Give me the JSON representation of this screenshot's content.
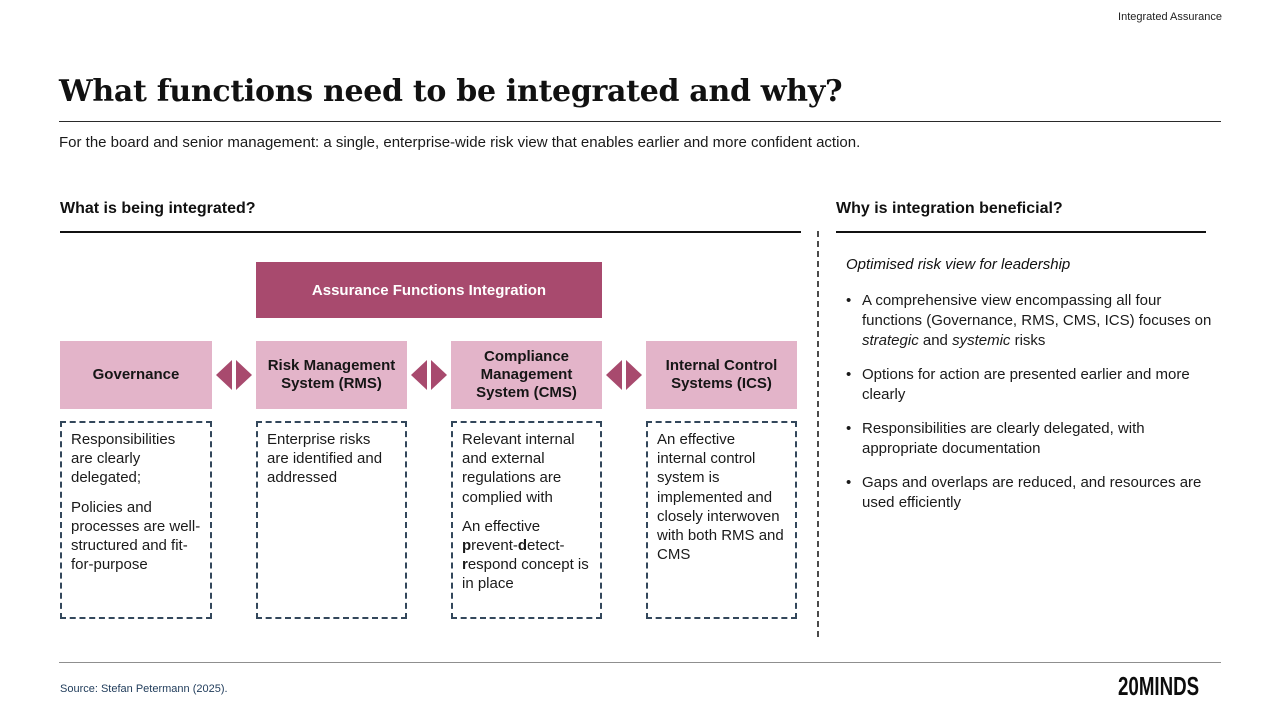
{
  "header": {
    "page_label": "Integrated Assurance",
    "title": "What functions need to be integrated and why?",
    "subtitle": "For the board and senior management: a single, enterprise-wide risk view that enables earlier and more confident action."
  },
  "integration": {
    "heading": "What is being integrated?",
    "banner_label": "Assurance Functions Integration",
    "columns": [
      {
        "box_label": "Governance",
        "paragraphs": [
          "Responsibilities are clearly delegated;",
          "Policies and processes are well-structured and fit-for-purpose"
        ]
      },
      {
        "box_label": "Risk Management System (RMS)",
        "paragraphs": [
          "Enterprise risks are identified and addressed"
        ]
      },
      {
        "box_label": "Compliance Management System (CMS)",
        "paragraphs": [
          "Relevant internal and external regulations are complied with"
        ],
        "pdr_segments": [
          "An effective ",
          "p",
          "revent-",
          "d",
          "etect-",
          "r",
          "espond concept is in place"
        ]
      },
      {
        "box_label": "Internal Control Systems (ICS)",
        "paragraphs": [
          "An effective internal control system is implemented and closely interwoven with both RMS and CMS"
        ]
      }
    ]
  },
  "benefits": {
    "heading": "Why is integration beneficial?",
    "lead": "Optimised risk view for leadership",
    "bullet_1": {
      "pre": "A comprehensive view encompassing all four functions (Governance, RMS, CMS, ICS) focuses on ",
      "italic_1": "strategic",
      "mid": " and ",
      "italic_2": "systemic",
      "post": " risks"
    },
    "bullet_2": "Options for action are presented earlier and more clearly",
    "bullet_3": "Responsibilities are clearly delegated, with appropriate documentation",
    "bullet_4": "Gaps and overlaps are reduced, and resources are used efficiently"
  },
  "footer": {
    "source": "Source: Stefan Petermann (2025).",
    "logo": "20MINDS"
  },
  "colors": {
    "banner": "#a84a6e",
    "box_fill": "#e3b4c9",
    "arrow": "#a84a6e",
    "dashed_border": "#33475b",
    "source_text": "#1f3b5a"
  }
}
